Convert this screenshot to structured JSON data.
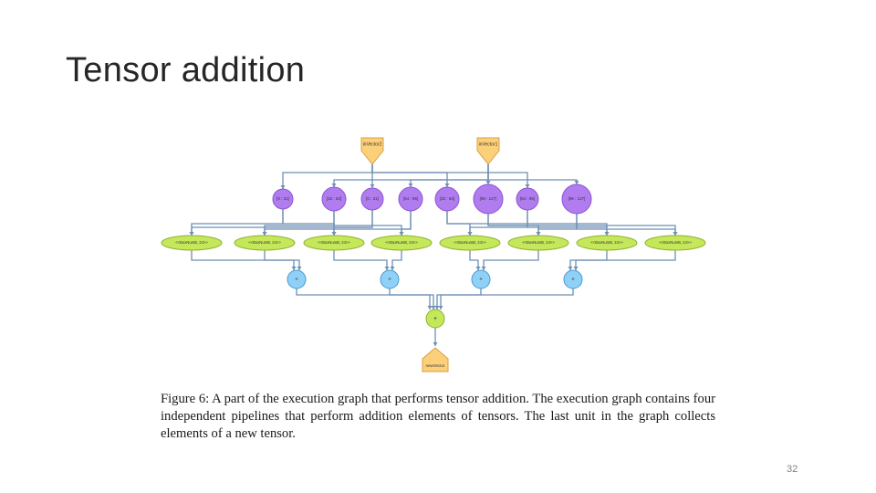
{
  "slide": {
    "title": "Tensor addition",
    "page_number": "32"
  },
  "diagram": {
    "inputs": [
      {
        "label": "inVector2"
      },
      {
        "label": "inVector1"
      }
    ],
    "colors": {
      "input_fill": "#fcd07a",
      "input_stroke": "#d9a040",
      "split_fill": "#b07cf0",
      "split_stroke": "#8a55d0",
      "green_fill": "#c4e85a",
      "green_stroke": "#8fb030",
      "blue_fill": "#8fd0f6",
      "blue_stroke": "#4a9ad0",
      "edge": "#6e8fb5"
    },
    "split_nodes": [
      {
        "label": "[0 : 31]"
      },
      {
        "label": "[32 : 63]"
      },
      {
        "label": "[0 : 31]"
      },
      {
        "label": "[64 : 95]"
      },
      {
        "label": "[32 : 63]"
      },
      {
        "label": "[96 : 127]"
      },
      {
        "label": "[64 : 95]"
      },
      {
        "label": "[96 : 127]"
      }
    ],
    "green_nodes": [
      {
        "label": "<<BoxNumB, 24>>"
      },
      {
        "label": "<<BoxNumB, 24>>"
      },
      {
        "label": "<<BoxNumB, 24>>"
      },
      {
        "label": "<<BoxNumB, 24>>"
      },
      {
        "label": "<<BoxNumB, 24>>"
      },
      {
        "label": "<<BoxNumB, 24>>"
      },
      {
        "label": "<<BoxNumB, 24>>"
      },
      {
        "label": "<<BoxNumB, 24>>"
      }
    ],
    "adder_nodes": [
      {
        "label": "+"
      },
      {
        "label": "+"
      },
      {
        "label": "+"
      },
      {
        "label": "+"
      }
    ],
    "collector": {
      "label": "+"
    },
    "output": {
      "label": "newVector"
    }
  },
  "caption": {
    "text": "Figure 6:  A part of the execution graph that performs tensor addition.  The execution graph contains four independent pipelines that perform addition elements of tensors.  The last unit in the graph collects elements of a new tensor."
  }
}
